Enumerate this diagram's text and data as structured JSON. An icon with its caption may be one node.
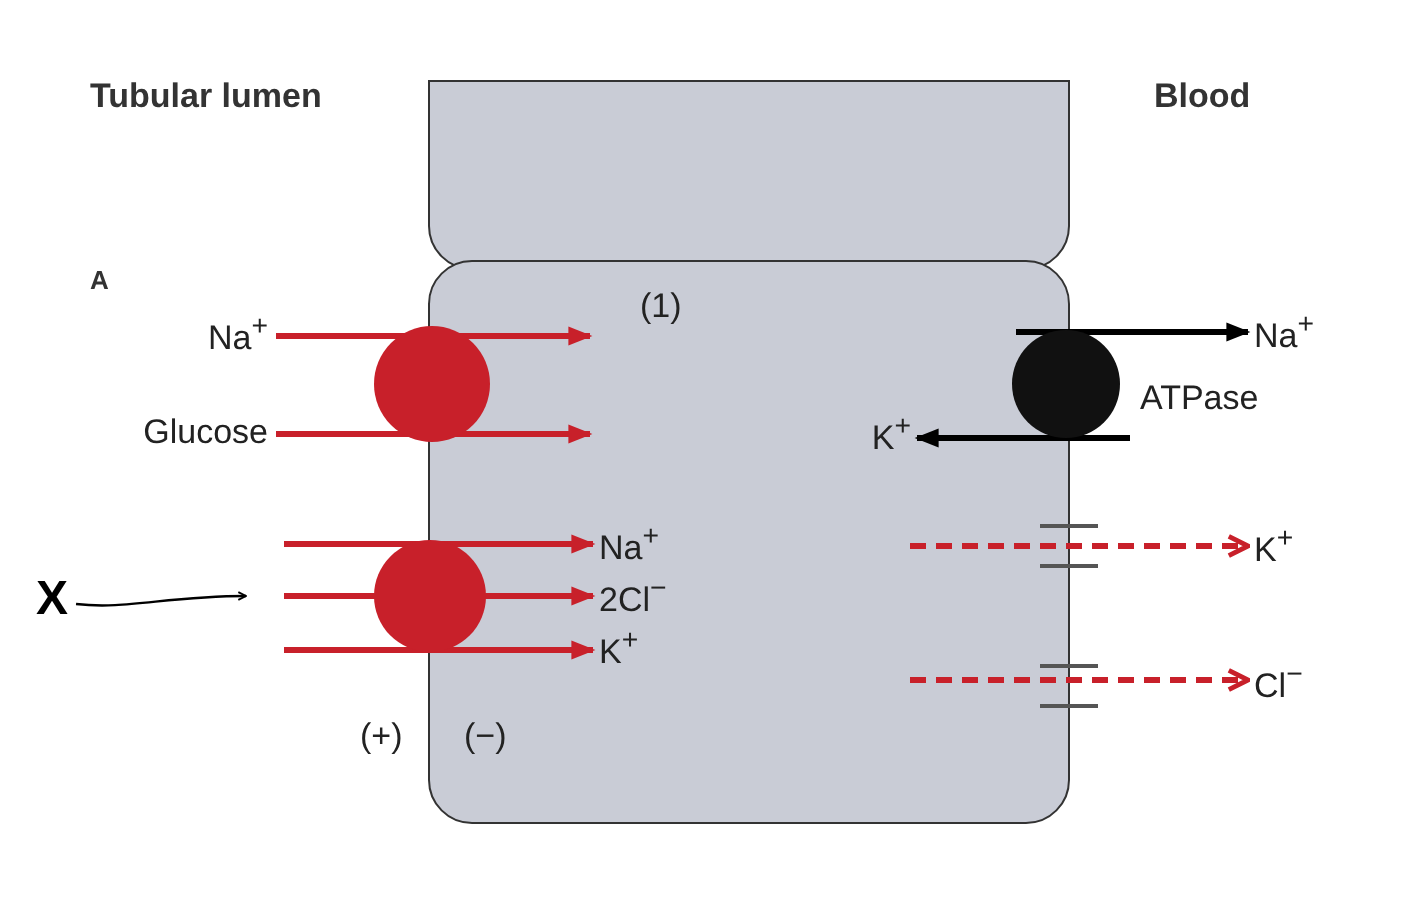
{
  "diagram": {
    "nodes": [
      {
        "text": [],
        "shape": "box"
      },
      {
        "text": [],
        "shape": "box"
      },
      {
        "text": [
          "Na$^{+}$"
        ]
      },
      {
        "text": [
          "Glucose"
        ]
      },
      {
        "text": [],
        "shape": "circle"
      },
      {
        "text": [],
        "shape": "circle"
      },
      {
        "text": [
          "Na$^{+}$"
        ],
        "in": 1
      },
      {
        "text": [
          "2Cl$^{−}$"
        ],
        "in": 1
      },
      {
        "text": [
          "K$^{+}$"
        ],
        "in": 1
      },
      {
        "text": [
          "X"
        ]
      },
      {
        "text": [],
        "shape": "circle",
        "beside": [
          "ATPase"
        ]
      },
      {
        "text": [
          "Na$^{+}$"
        ]
      },
      {
        "text": [
          "K$^{+}$"
        ],
        "in": 1
      },
      {
        "text": [
          "K$^{+}$"
        ]
      },
      {
        "text": [
          "Cl$^{−}$"
        ]
      }
    ],
    "edges": [
      {
        "from": 2,
        "to": null,
        "arrow": "to"
      },
      {
        "from": 3,
        "to": null,
        "arrow": "to"
      },
      {
        "from": null,
        "to": 6,
        "arrow": "to"
      },
      {
        "from": null,
        "to": 7,
        "arrow": "to"
      },
      {
        "from": null,
        "to": 8,
        "arrow": "to"
      },
      {
        "from": 9,
        "to": null,
        "arrow": "to",
        "color": "#000000"
      },
      {
        "from": 10,
        "to": 11,
        "arrow": "to",
        "color": "#000000"
      },
      {
        "from": 10,
        "to": 12,
        "arrow": "to",
        "color": "#000000"
      },
      {
        "from": null,
        "to": 13,
        "arrow": "to",
        "style": "dashed"
      },
      {
        "from": null,
        "to": 14,
        "arrow": "to",
        "style": "dashed"
      }
    ],
    "labels": [
      "Tubular lumen",
      "Blood",
      "A",
      "(1)",
      "(+)",
      "(−)"
    ]
  }
}
